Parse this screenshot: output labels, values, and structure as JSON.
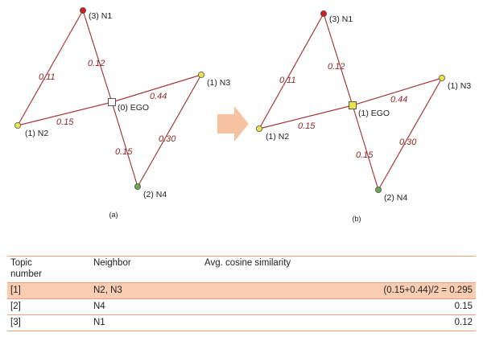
{
  "colors": {
    "edge": "#a63a3a",
    "edge_label": "#8b2a2a",
    "node_topic1": "#e8e34a",
    "node_topic2": "#6aa84f",
    "node_topic3": "#d11f1f",
    "ego_node_a": "#ffffff",
    "arrow": "#f5c3a2",
    "table_rule": "#e9a27d",
    "table_highlight": "#f9cdb2"
  },
  "diagram_a": {
    "caption": "(a)",
    "nodes": [
      {
        "id": "N1",
        "label": "(3) N1",
        "topic": 3
      },
      {
        "id": "N2",
        "label": "(1) N2",
        "topic": 1
      },
      {
        "id": "N3",
        "label": "(1) N3",
        "topic": 1
      },
      {
        "id": "N4",
        "label": "(2) N4",
        "topic": 2
      },
      {
        "id": "EGO",
        "label": "(0) EGO",
        "topic": 0
      }
    ],
    "edges": [
      {
        "from": "N1",
        "to": "N2",
        "label": "0.11"
      },
      {
        "from": "N1",
        "to": "EGO",
        "label": "0.12"
      },
      {
        "from": "EGO",
        "to": "N3",
        "label": "0.44"
      },
      {
        "from": "EGO",
        "to": "N2",
        "label": "0.15"
      },
      {
        "from": "EGO",
        "to": "N4",
        "label": "0.15"
      },
      {
        "from": "N3",
        "to": "N4",
        "label": "0.30"
      }
    ]
  },
  "diagram_b": {
    "caption": "(b)",
    "nodes": [
      {
        "id": "N1",
        "label": "(3) N1",
        "topic": 3
      },
      {
        "id": "N2",
        "label": "(1) N2",
        "topic": 1
      },
      {
        "id": "N3",
        "label": "(1) N3",
        "topic": 1
      },
      {
        "id": "N4",
        "label": "(2) N4",
        "topic": 2
      },
      {
        "id": "EGO",
        "label": "(1) EGO",
        "topic": 1
      }
    ],
    "edges": [
      {
        "from": "N1",
        "to": "N2",
        "label": "0.11"
      },
      {
        "from": "N1",
        "to": "EGO",
        "label": "0.12"
      },
      {
        "from": "EGO",
        "to": "N3",
        "label": "0.44"
      },
      {
        "from": "EGO",
        "to": "N2",
        "label": "0.15"
      },
      {
        "from": "EGO",
        "to": "N4",
        "label": "0.15"
      },
      {
        "from": "N3",
        "to": "N4",
        "label": "0.30"
      }
    ]
  },
  "table": {
    "headers": {
      "topic_line1": "Topic",
      "topic_line2": "number",
      "neighbor": "Neighbor",
      "similarity": "Avg. cosine similarity"
    },
    "rows": [
      {
        "topic": "[1]",
        "neighbor": "N2, N3",
        "similarity": "(0.15+0.44)/2 = 0.295",
        "highlight": true
      },
      {
        "topic": "[2]",
        "neighbor": "N4",
        "similarity": "0.15",
        "highlight": false
      },
      {
        "topic": "[3]",
        "neighbor": "N1",
        "similarity": "0.12",
        "highlight": false
      }
    ]
  }
}
